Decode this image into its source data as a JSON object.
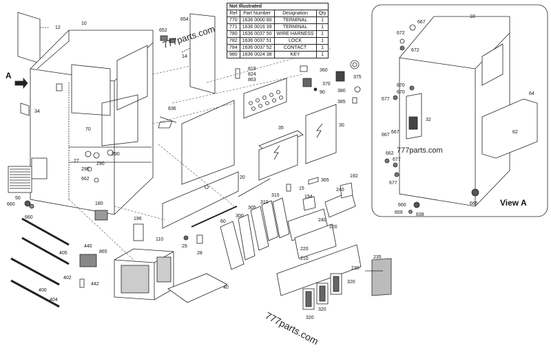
{
  "table": {
    "caption": "Not Illustrated",
    "headers": [
      "Ref",
      "Part Number",
      "Designation",
      "Qty"
    ],
    "rows": [
      [
        "770",
        "1636 0000 80",
        "TERMINAL",
        "1"
      ],
      [
        "771",
        "1636 0016 39",
        "TERMINAL",
        "1"
      ],
      [
        "780",
        "1636 0037 50",
        "WIRE HARNESS",
        "1"
      ],
      [
        "782",
        "1636 0037 51",
        "LOCK",
        "1"
      ],
      [
        "784",
        "1636 0037 52",
        "CONTACT",
        "1"
      ],
      [
        "980",
        "1636 0024 38",
        "KEY",
        "1"
      ]
    ]
  },
  "view_a": {
    "title": "View A",
    "arrow_label": "A"
  },
  "watermark": "777parts.com",
  "callouts": {
    "c12": "12",
    "c10": "10",
    "c654": "654",
    "c652": "652",
    "c14": "14",
    "c34": "34",
    "c70": "70",
    "c836": "836",
    "c27": "27",
    "c290a": "290",
    "c290b": "290",
    "c290c": "290",
    "c662": "662",
    "c50": "50",
    "c660": "660",
    "c660b": "660",
    "c180": "180",
    "c196": "196",
    "c110": "110",
    "c29": "29",
    "c28": "28",
    "c440": "440",
    "c865": "865",
    "c442": "442",
    "c405": "405",
    "c402": "402",
    "c400": "400",
    "c404": "404",
    "c40": "40",
    "c20": "20",
    "c60": "60",
    "c300": "300",
    "c305": "305",
    "c310": "310",
    "c315": "315",
    "c194": "194",
    "c240a": "240",
    "c240b": "240",
    "c220a": "220",
    "c220b": "220",
    "c210": "210",
    "c320a": "320",
    "c320b": "320",
    "c320c": "320",
    "c230": "230",
    "c235": "235",
    "c15": "15",
    "c365": "365",
    "c192": "192",
    "c35": "35",
    "c30": "30",
    "c819": "819",
    "c824": "824",
    "c863": "863",
    "c360": "360",
    "c370": "370",
    "c90": "90",
    "c375": "375",
    "c380": "380",
    "c385": "385",
    "v10": "10",
    "v667a": "667",
    "v672a": "672",
    "v672b": "672",
    "v670a": "670",
    "v670b": "670",
    "v677a": "677",
    "v32": "32",
    "v64": "64",
    "v62": "62",
    "v667b": "667",
    "v667c": "667",
    "v662": "662",
    "v677b": "677",
    "v677c": "677",
    "v665": "665",
    "v660": "660",
    "v659": "659",
    "v838": "838"
  }
}
